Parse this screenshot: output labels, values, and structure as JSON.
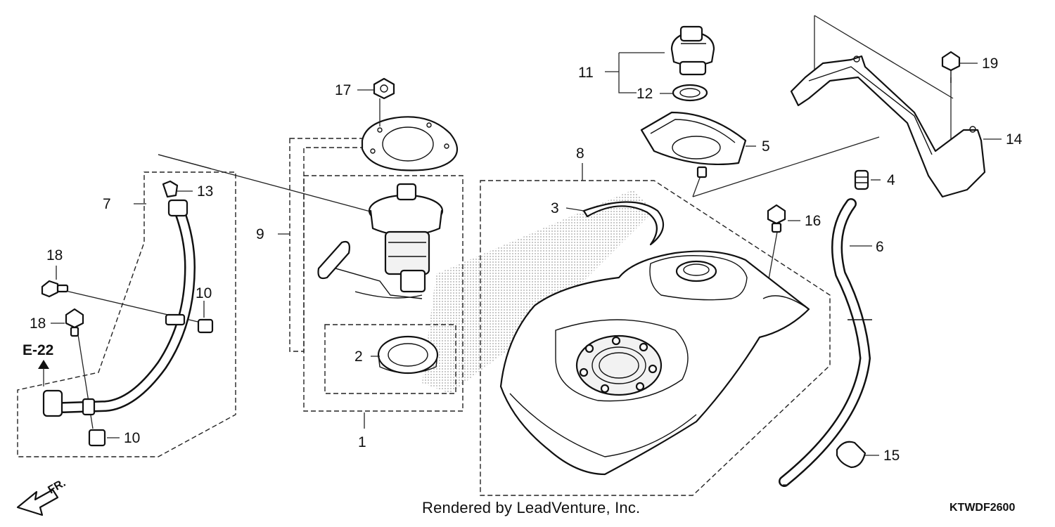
{
  "diagram": {
    "callouts": {
      "n1": "1",
      "n2": "2",
      "n3": "3",
      "n4": "4",
      "n5": "5",
      "n6": "6",
      "n7": "7",
      "n8": "8",
      "n9": "9",
      "n10a": "10",
      "n10b": "10",
      "n11": "11",
      "n12": "12",
      "n13": "13",
      "n14": "14",
      "n15": "15",
      "n16": "16",
      "n17": "17",
      "n18a": "18",
      "n18b": "18",
      "n19": "19"
    },
    "reference": "E-22",
    "direction": "FR.",
    "credit": "Rendered by LeadVenture, Inc.",
    "code": "KTWDF2600"
  }
}
